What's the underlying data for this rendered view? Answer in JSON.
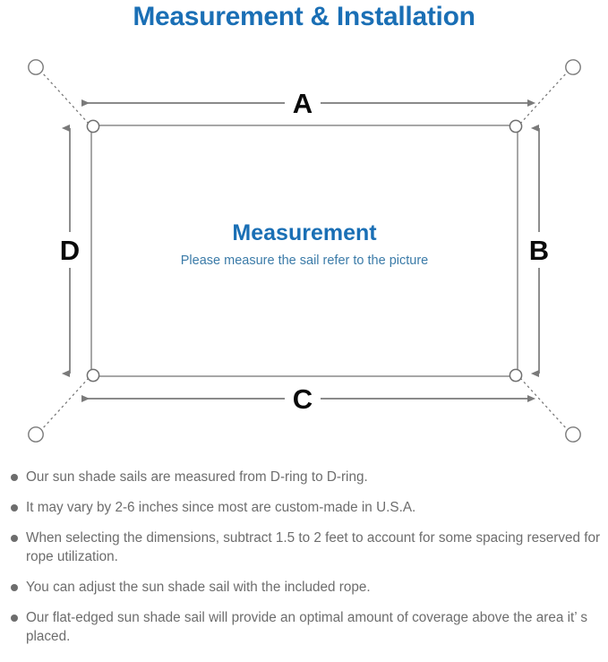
{
  "title": "Measurement & Installation",
  "diagram": {
    "sail_label": "Measurement",
    "sail_sublabel": "Please measure the sail refer to the picture",
    "dimension_labels": {
      "top": "A",
      "right": "B",
      "bottom": "C",
      "left": "D"
    },
    "colors": {
      "title_blue": "#1a6fb5",
      "subtitle_blue": "#3b7ba8",
      "line_gray": "#7a7a7a",
      "sail_stroke": "#8a8a8a",
      "note_gray": "#6d6d6d"
    },
    "anchor_count": 4,
    "ring_count": 4
  },
  "notes": [
    "Our sun shade sails are measured from D-ring to D-ring.",
    "It may vary by 2-6 inches since most are custom-made in U.S.A.",
    "When selecting the dimensions, subtract 1.5 to 2 feet to account for some spacing reserved for rope utilization.",
    "You can adjust the sun shade sail with the included rope.",
    "Our flat-edged sun shade sail will provide an optimal amount of coverage above the area it’ s placed."
  ]
}
